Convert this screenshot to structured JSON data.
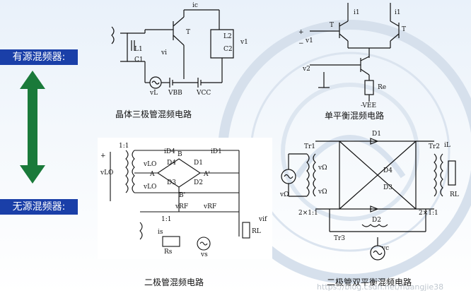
{
  "labels": {
    "active": "有源混频器:",
    "passive": "无源混频器:"
  },
  "captions": {
    "transistor": "晶体三极管混频电路",
    "single_balanced": "单平衡混频电路",
    "diode": "二极管混频电路",
    "double_balanced": "二极管双平衡混频电路"
  },
  "watermark": "https://blog.csdn.net/huangjie38",
  "colors": {
    "label_bg": "#1a3fa8",
    "arrow": "#1a7a3a",
    "label_text": "#ffffff"
  }
}
